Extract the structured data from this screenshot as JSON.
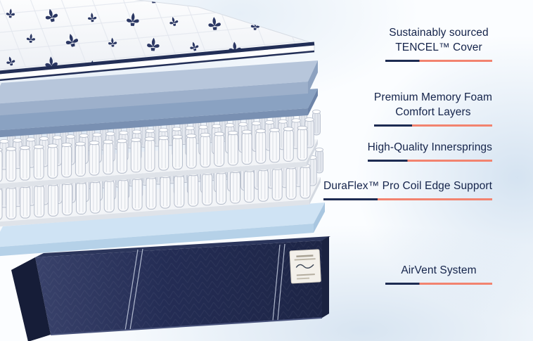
{
  "colors": {
    "navy": "#1d2b52",
    "coral": "#f2836f",
    "label_text": "#14234a",
    "base_navy": "#232c52",
    "foam_blue": "#b7c6db",
    "wash_blue": "#cfe3f4"
  },
  "callouts": [
    {
      "line1": "Sustainably sourced",
      "line2": "TENCEL™ Cover"
    },
    {
      "line1": "Premium Memory Foam",
      "line2": "Comfort Layers"
    },
    {
      "line1": "High-Quality Innersprings",
      "line2": ""
    },
    {
      "line1": "DuraFlex™ Pro Coil Edge Support",
      "line2": ""
    },
    {
      "line1": "AirVent System",
      "line2": ""
    }
  ],
  "illustration": {
    "layers": [
      "tencel-cover",
      "memory-foam-comfort-layers",
      "high-quality-innersprings",
      "duraflex-pro-coil-edge-support",
      "airvent-base"
    ]
  }
}
